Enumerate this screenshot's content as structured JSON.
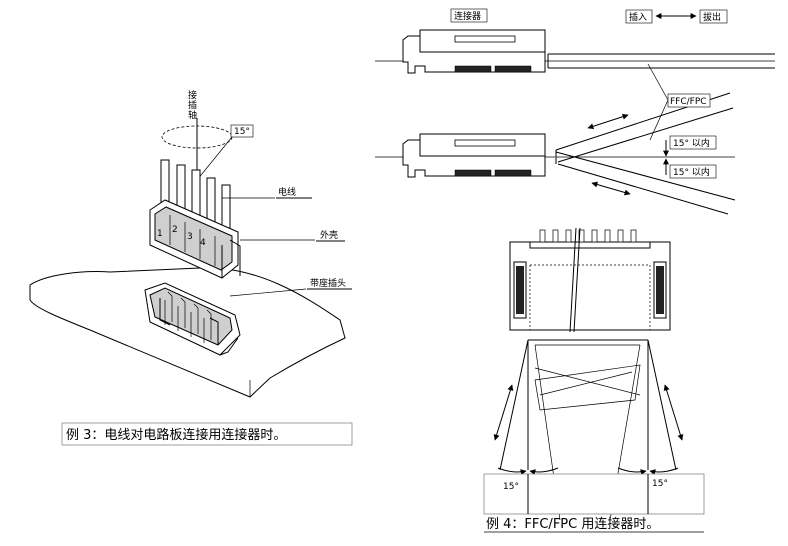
{
  "example3": {
    "axis_label_chars": [
      "接",
      "插",
      "轴"
    ],
    "angle_label": "15°",
    "wire_label": "电线",
    "housing_label": "外壳",
    "header_label": "带座插头",
    "pin_numbers": [
      "1",
      "2",
      "3",
      "4"
    ],
    "caption": "例 3：电线对电路板连接用连接器时。"
  },
  "example4": {
    "connector_label": "连接器",
    "insert_label": "插入",
    "remove_label": "拔出",
    "ffc_label": "FFC/FPC",
    "within15_upper": "15° 以内",
    "within15_lower": "15° 以内",
    "angle_left": "15°",
    "angle_right": "15°",
    "caption": "例 4：FFC/FPC 用连接器时。"
  }
}
